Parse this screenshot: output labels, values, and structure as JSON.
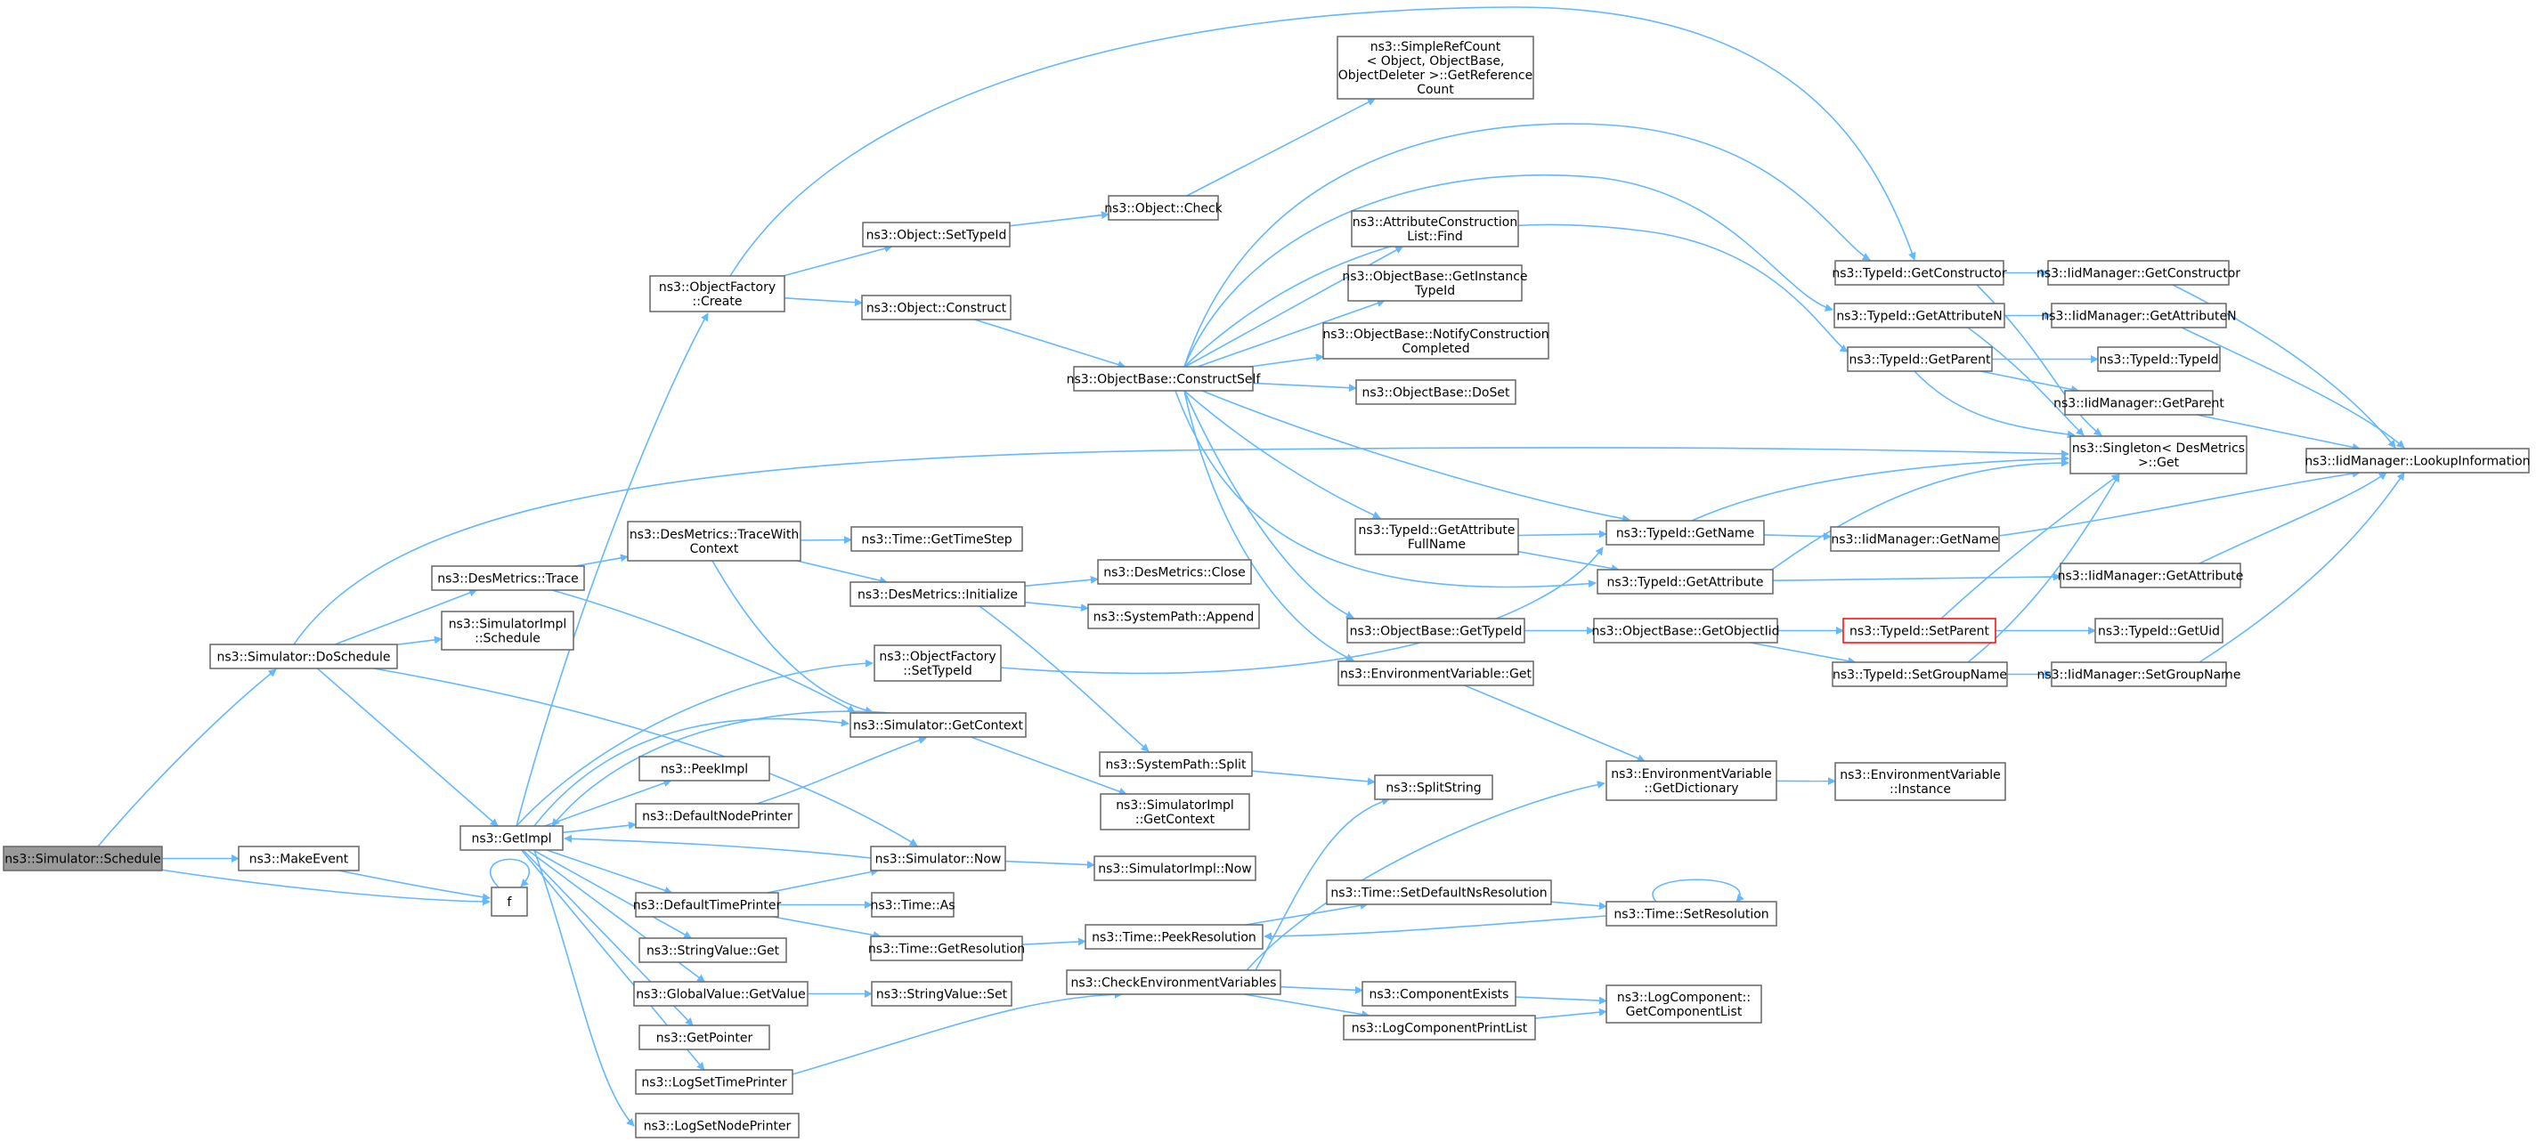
{
  "graph": {
    "edge_color": "#63b8ff",
    "node_border": "#666666",
    "root_fill": "#999999",
    "highlight_border": "#ff0000",
    "nodes": [
      {
        "id": "schedule",
        "lines": [
          "ns3::Simulator::Schedule"
        ],
        "style": "root"
      },
      {
        "id": "makeevent",
        "lines": [
          "ns3::MakeEvent"
        ]
      },
      {
        "id": "f",
        "lines": [
          "f"
        ]
      },
      {
        "id": "doschedule",
        "lines": [
          "ns3::Simulator::DoSchedule"
        ]
      },
      {
        "id": "getimpl",
        "lines": [
          "ns3::GetImpl"
        ]
      },
      {
        "id": "dmtrace",
        "lines": [
          "ns3::DesMetrics::Trace"
        ]
      },
      {
        "id": "simimplschedule",
        "lines": [
          "ns3::SimulatorImpl",
          "::Schedule"
        ]
      },
      {
        "id": "ofcreate",
        "lines": [
          "ns3::ObjectFactory",
          "::Create"
        ]
      },
      {
        "id": "dmtracewith",
        "lines": [
          "ns3::DesMetrics::TraceWith",
          "Context"
        ]
      },
      {
        "id": "timegettimestep",
        "lines": [
          "ns3::Time::GetTimeStep"
        ]
      },
      {
        "id": "dminit",
        "lines": [
          "ns3::DesMetrics::Initialize"
        ]
      },
      {
        "id": "dmclose",
        "lines": [
          "ns3::DesMetrics::Close"
        ]
      },
      {
        "id": "spappend",
        "lines": [
          "ns3::SystemPath::Append"
        ]
      },
      {
        "id": "spsplit",
        "lines": [
          "ns3::SystemPath::Split"
        ]
      },
      {
        "id": "splitstring",
        "lines": [
          "ns3::SplitString"
        ]
      },
      {
        "id": "objsettypeid",
        "lines": [
          "ns3::Object::SetTypeId"
        ]
      },
      {
        "id": "objcheck",
        "lines": [
          "ns3::Object::Check"
        ]
      },
      {
        "id": "simplerefcount",
        "lines": [
          "ns3::SimpleRefCount",
          "< Object, ObjectBase,",
          "ObjectDeleter >::GetReference",
          "Count"
        ]
      },
      {
        "id": "objconstruct",
        "lines": [
          "ns3::Object::Construct"
        ]
      },
      {
        "id": "obconstructself",
        "lines": [
          "ns3::ObjectBase::ConstructSelf"
        ]
      },
      {
        "id": "attrconstfind",
        "lines": [
          "ns3::AttributeConstruction",
          "List::Find"
        ]
      },
      {
        "id": "obgetinstance",
        "lines": [
          "ns3::ObjectBase::GetInstance",
          "TypeId"
        ]
      },
      {
        "id": "obnotify",
        "lines": [
          "ns3::ObjectBase::NotifyConstruction",
          "Completed"
        ]
      },
      {
        "id": "obdoset",
        "lines": [
          "ns3::ObjectBase::DoSet"
        ]
      },
      {
        "id": "tigetattrfullname",
        "lines": [
          "ns3::TypeId::GetAttribute",
          "FullName"
        ]
      },
      {
        "id": "obgettypeid",
        "lines": [
          "ns3::ObjectBase::GetTypeId"
        ]
      },
      {
        "id": "envget",
        "lines": [
          "ns3::EnvironmentVariable::Get"
        ]
      },
      {
        "id": "tigetname",
        "lines": [
          "ns3::TypeId::GetName"
        ]
      },
      {
        "id": "tigetattribute",
        "lines": [
          "ns3::TypeId::GetAttribute"
        ]
      },
      {
        "id": "obgetobjectiid",
        "lines": [
          "ns3::ObjectBase::GetObjectIid"
        ]
      },
      {
        "id": "tisetparent",
        "lines": [
          "ns3::TypeId::SetParent"
        ],
        "style": "red"
      },
      {
        "id": "tisetgroupname",
        "lines": [
          "ns3::TypeId::SetGroupName"
        ]
      },
      {
        "id": "tigetconstructor",
        "lines": [
          "ns3::TypeId::GetConstructor"
        ]
      },
      {
        "id": "tigetattributen",
        "lines": [
          "ns3::TypeId::GetAttributeN"
        ]
      },
      {
        "id": "tigetparent",
        "lines": [
          "ns3::TypeId::GetParent"
        ]
      },
      {
        "id": "iidgetconstructor",
        "lines": [
          "ns3::IidManager::GetConstructor"
        ]
      },
      {
        "id": "iidgetattributen",
        "lines": [
          "ns3::IidManager::GetAttributeN"
        ]
      },
      {
        "id": "titypeid",
        "lines": [
          "ns3::TypeId::TypeId"
        ]
      },
      {
        "id": "iidgetparent",
        "lines": [
          "ns3::IidManager::GetParent"
        ]
      },
      {
        "id": "singletonget",
        "lines": [
          "ns3::Singleton< DesMetrics",
          ">::Get"
        ]
      },
      {
        "id": "iidlookup",
        "lines": [
          "ns3::IidManager::LookupInformation"
        ]
      },
      {
        "id": "iidgetname",
        "lines": [
          "ns3::IidManager::GetName"
        ]
      },
      {
        "id": "iidgetattribute",
        "lines": [
          "ns3::IidManager::GetAttribute"
        ]
      },
      {
        "id": "tigetuid",
        "lines": [
          "ns3::TypeId::GetUid"
        ]
      },
      {
        "id": "iidsetgroupname",
        "lines": [
          "ns3::IidManager::SetGroupName"
        ]
      },
      {
        "id": "envgetdict",
        "lines": [
          "ns3::EnvironmentVariable",
          "::GetDictionary"
        ]
      },
      {
        "id": "envinstance",
        "lines": [
          "ns3::EnvironmentVariable",
          "::Instance"
        ]
      },
      {
        "id": "ofsettypeid",
        "lines": [
          "ns3::ObjectFactory",
          "::SetTypeId"
        ]
      },
      {
        "id": "simgetcontext",
        "lines": [
          "ns3::Simulator::GetContext"
        ]
      },
      {
        "id": "simimplgetcontext",
        "lines": [
          "ns3::SimulatorImpl",
          "::GetContext"
        ]
      },
      {
        "id": "peekimpl",
        "lines": [
          "ns3::PeekImpl"
        ]
      },
      {
        "id": "defaultnodeprinter",
        "lines": [
          "ns3::DefaultNodePrinter"
        ]
      },
      {
        "id": "simnow",
        "lines": [
          "ns3::Simulator::Now"
        ]
      },
      {
        "id": "simimplnow",
        "lines": [
          "ns3::SimulatorImpl::Now"
        ]
      },
      {
        "id": "defaulttimeprinter",
        "lines": [
          "ns3::DefaultTimePrinter"
        ]
      },
      {
        "id": "timeas",
        "lines": [
          "ns3::Time::As"
        ]
      },
      {
        "id": "timegetresolution",
        "lines": [
          "ns3::Time::GetResolution"
        ]
      },
      {
        "id": "timepeekresolution",
        "lines": [
          "ns3::Time::PeekResolution"
        ]
      },
      {
        "id": "timesetdefaultns",
        "lines": [
          "ns3::Time::SetDefaultNsResolution"
        ]
      },
      {
        "id": "timesetresolution",
        "lines": [
          "ns3::Time::SetResolution"
        ]
      },
      {
        "id": "stringvalueget",
        "lines": [
          "ns3::StringValue::Get"
        ]
      },
      {
        "id": "globalvaluegetvalue",
        "lines": [
          "ns3::GlobalValue::GetValue"
        ]
      },
      {
        "id": "stringvalueset",
        "lines": [
          "ns3::StringValue::Set"
        ]
      },
      {
        "id": "checkenvvars",
        "lines": [
          "ns3::CheckEnvironmentVariables"
        ]
      },
      {
        "id": "componentexists",
        "lines": [
          "ns3::ComponentExists"
        ]
      },
      {
        "id": "logcompprintlist",
        "lines": [
          "ns3::LogComponentPrintList"
        ]
      },
      {
        "id": "logcompgetlist",
        "lines": [
          "ns3::LogComponent::",
          "GetComponentList"
        ]
      },
      {
        "id": "getpointer",
        "lines": [
          "ns3::GetPointer"
        ]
      },
      {
        "id": "logsettimeprinter",
        "lines": [
          "ns3::LogSetTimePrinter"
        ]
      },
      {
        "id": "logsetnodeprinter",
        "lines": [
          "ns3::LogSetNodePrinter"
        ]
      }
    ]
  }
}
